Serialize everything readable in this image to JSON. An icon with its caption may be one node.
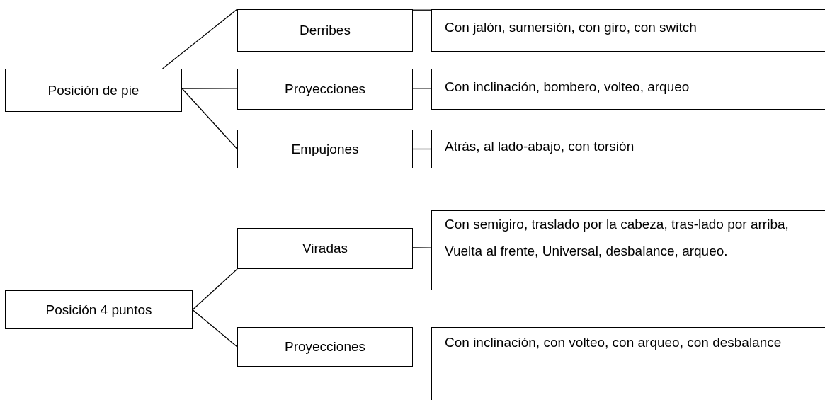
{
  "diagram": {
    "nodes": [
      {
        "text": [
          "Posición de pie"
        ]
      },
      {
        "text": [
          "Derribes"
        ]
      },
      {
        "text": [
          "Con jalón, sumersión, con giro, con switch"
        ]
      },
      {
        "text": [
          "Proyecciones"
        ]
      },
      {
        "text": [
          "Con inclinación, bombero, volteo, arqueo"
        ]
      },
      {
        "text": [
          "Empujones"
        ]
      },
      {
        "text": [
          "Atrás, al lado-abajo, con torsión"
        ]
      },
      {
        "text": [
          "Posición 4 puntos"
        ]
      },
      {
        "text": [
          "Viradas"
        ]
      },
      {
        "text": [
          "Con semigiro, traslado por la cabeza, tras-lado por arriba, Vuelta al frente, Universal, desbalance, arqueo."
        ]
      },
      {
        "text": [
          "Proyecciones"
        ]
      },
      {
        "text": [
          "Con inclinación, con volteo, con arqueo, con desbalance"
        ]
      }
    ],
    "edges": [
      {
        "from": 0,
        "to": 1,
        "arrow": "none"
      },
      {
        "from": 0,
        "to": 3,
        "arrow": "none"
      },
      {
        "from": 0,
        "to": 5,
        "arrow": "none"
      },
      {
        "from": 1,
        "to": 2,
        "arrow": "none"
      },
      {
        "from": 3,
        "to": 4,
        "arrow": "none"
      },
      {
        "from": 5,
        "to": 6,
        "arrow": "none"
      },
      {
        "from": 7,
        "to": 8,
        "arrow": "none"
      },
      {
        "from": 7,
        "to": 10,
        "arrow": "none"
      },
      {
        "from": 8,
        "to": 9,
        "arrow": "none"
      }
    ]
  }
}
